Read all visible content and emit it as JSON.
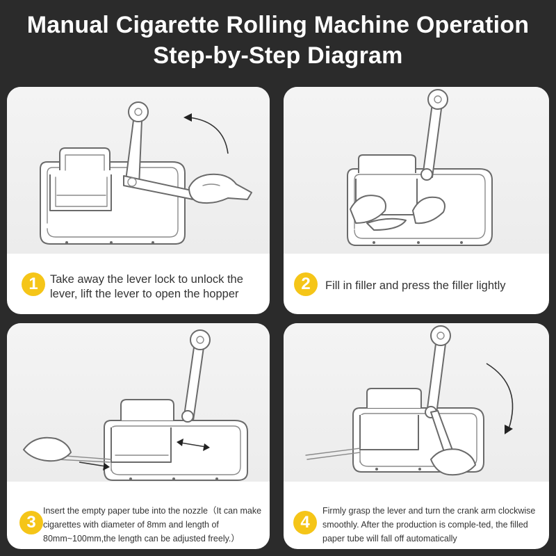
{
  "title_line1": "Manual Cigarette Rolling Machine Operation",
  "title_line2": "Step-by-Step Diagram",
  "accent_color": "#f5c518",
  "steps": [
    {
      "number": "1",
      "text": "Take away the lever lock to unlock the lever, lift the lever to open the hopper"
    },
    {
      "number": "2",
      "text": "Fill in filler and press the filler lightly"
    },
    {
      "number": "3",
      "text": "Insert the empty paper tube into the nozzle（It can make cigarettes with diameter of 8mm and length of 80mm~100mm,the length can be adjusted freely.）"
    },
    {
      "number": "4",
      "text": "Firmly grasp the lever and turn the crank arm clockwise smoothly. After the production is comple-ted, the filled paper tube will fall off automatically"
    }
  ]
}
